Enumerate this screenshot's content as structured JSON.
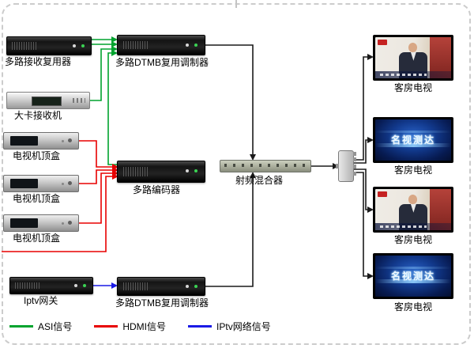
{
  "devices": {
    "mux_receiver": {
      "label": "多路接收复用器"
    },
    "card_receiver": {
      "label": "大卡接收机"
    },
    "stb1": {
      "label": "电视机顶盒"
    },
    "stb2": {
      "label": "电视机顶盒"
    },
    "stb3": {
      "label": "电视机顶盒"
    },
    "iptv_gateway": {
      "label": "Iptv网关"
    },
    "dtmb_modulator_top": {
      "label": "多路DTMB复用调制器"
    },
    "encoder": {
      "label": "多路编码器"
    },
    "dtmb_modulator_bottom": {
      "label": "多路DTMB复用调制器"
    },
    "rf_mixer": {
      "label": "射频混合器"
    }
  },
  "tvs": [
    {
      "label": "客房电视",
      "screen_type": "presenter"
    },
    {
      "label": "客房电视",
      "screen_type": "blue-ident",
      "screen_text": "名视测达"
    },
    {
      "label": "客房电视",
      "screen_type": "presenter"
    },
    {
      "label": "客房电视",
      "screen_type": "blue-ident",
      "screen_text": "名视测达"
    }
  ],
  "legend": {
    "items": [
      {
        "label": "ASI信号",
        "color": "#00a32e"
      },
      {
        "label": "HDMI信号",
        "color": "#e80000"
      },
      {
        "label": "IPtv网络信号",
        "color": "#1a1ae6"
      }
    ]
  },
  "colors": {
    "asi_signal": "#00a32e",
    "hdmi_signal": "#e80000",
    "iptv_signal": "#1a1ae6",
    "rf_line": "#1a1a1a"
  }
}
